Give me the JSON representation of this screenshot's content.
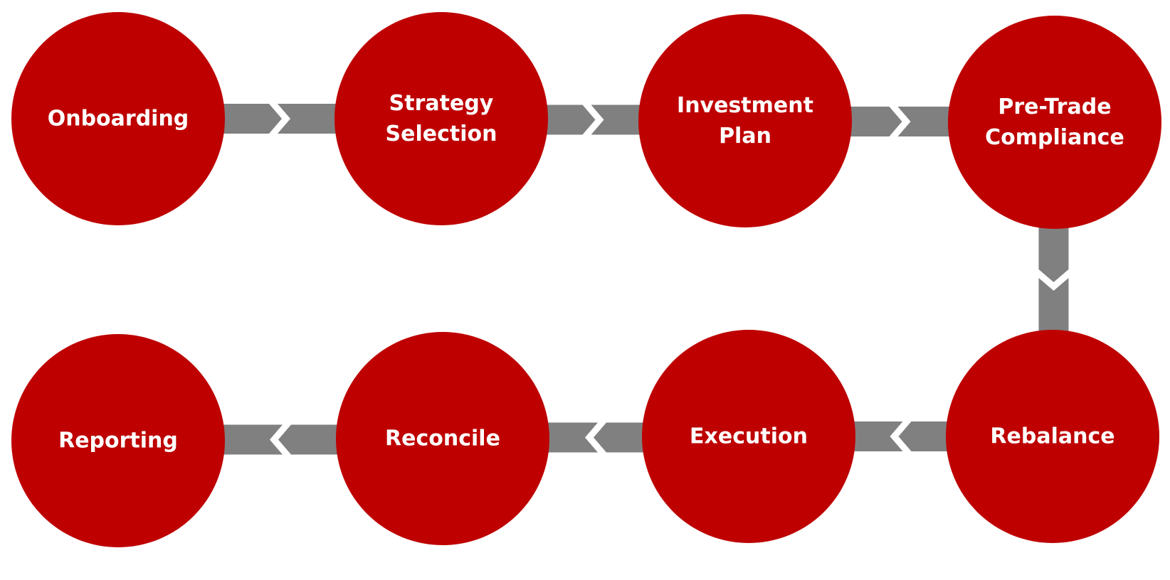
{
  "colors": {
    "circle_fill": "#be0000",
    "connector": "#808080",
    "label_text": "#ffffff",
    "background": "#ffffff"
  },
  "steps": [
    {
      "id": "onboarding",
      "lines": [
        "Onboarding"
      ]
    },
    {
      "id": "strategy-selection",
      "lines": [
        "Strategy",
        "Selection"
      ]
    },
    {
      "id": "investment-plan",
      "lines": [
        "Investment",
        "Plan"
      ]
    },
    {
      "id": "pre-trade-compliance",
      "lines": [
        "Pre-Trade",
        "Compliance"
      ]
    },
    {
      "id": "rebalance",
      "lines": [
        "Rebalance"
      ]
    },
    {
      "id": "execution",
      "lines": [
        "Execution"
      ]
    },
    {
      "id": "reconcile",
      "lines": [
        "Reconcile"
      ]
    },
    {
      "id": "reporting",
      "lines": [
        "Reporting"
      ]
    }
  ],
  "flow": [
    {
      "from": "onboarding",
      "to": "strategy-selection",
      "direction": "right"
    },
    {
      "from": "strategy-selection",
      "to": "investment-plan",
      "direction": "right"
    },
    {
      "from": "investment-plan",
      "to": "pre-trade-compliance",
      "direction": "right"
    },
    {
      "from": "pre-trade-compliance",
      "to": "rebalance",
      "direction": "down"
    },
    {
      "from": "rebalance",
      "to": "execution",
      "direction": "left"
    },
    {
      "from": "execution",
      "to": "reconcile",
      "direction": "left"
    },
    {
      "from": "reconcile",
      "to": "reporting",
      "direction": "left"
    }
  ]
}
